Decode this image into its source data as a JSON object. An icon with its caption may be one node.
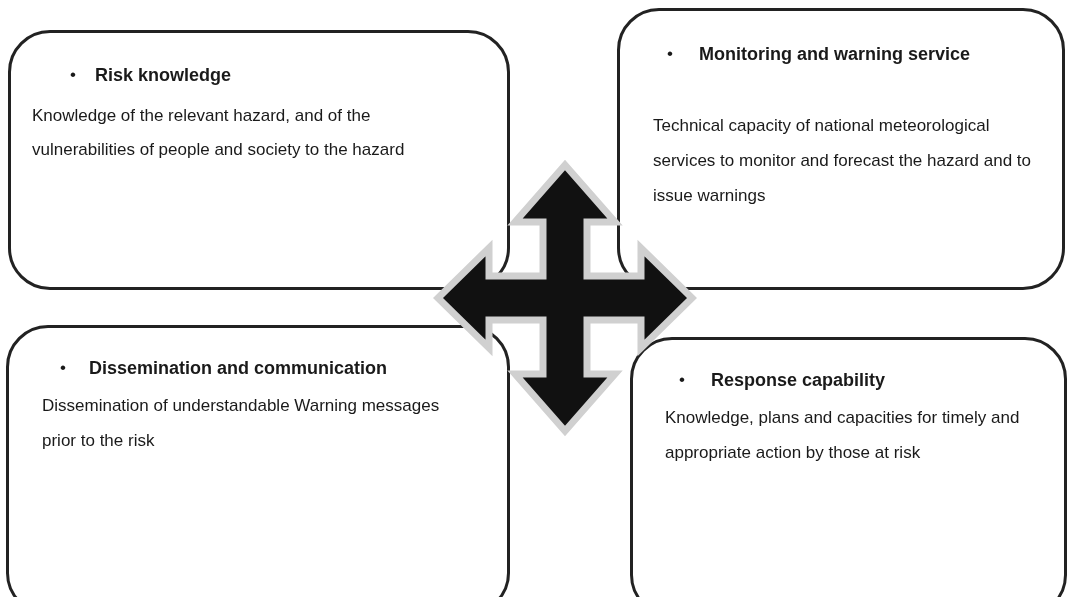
{
  "diagram": {
    "nodes": [
      {
        "text": [
          "•",
          "Risk knowledge",
          "Knowledge of the relevant hazard, and of the vulnerabilities of people and society to the hazard"
        ]
      },
      {
        "text": [
          "•",
          "Monitoring and warning service",
          "Technical capacity of national meteorological services to monitor and forecast the hazard and to issue warnings"
        ]
      },
      {
        "text": [
          "•",
          "Dissemination and communication",
          "Dissemination of understandable Warning messages prior to the risk"
        ]
      },
      {
        "text": [
          "•",
          "Response capability",
          "Knowledge, plans and capacities for timely and appropriate action by those at risk"
        ]
      }
    ]
  }
}
